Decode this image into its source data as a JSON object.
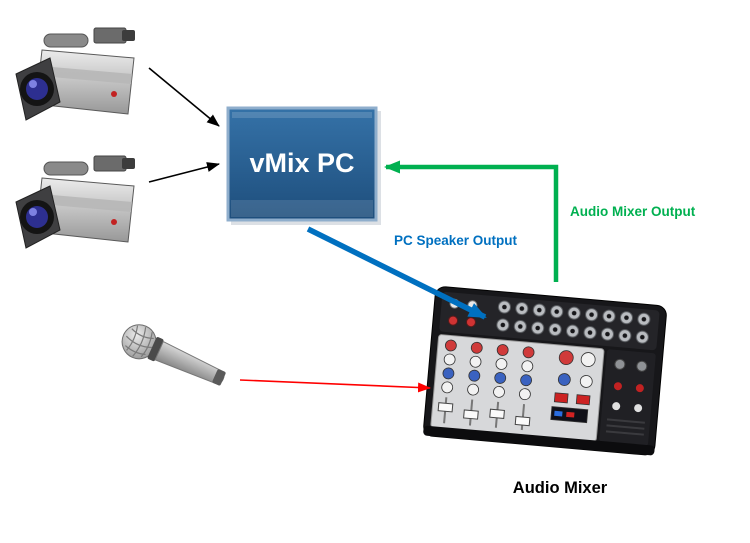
{
  "diagram": {
    "vmix_box": {
      "label": "vMix PC"
    },
    "labels": {
      "pc_speaker_output": "PC Speaker Output",
      "audio_mixer_output": "Audio Mixer Output",
      "audio_mixer_caption": "Audio Mixer"
    },
    "colors": {
      "vmix_fill_top": "#3572A8",
      "vmix_fill_bottom": "#1E4E7C",
      "vmix_border": "#8FAECC",
      "vmix_text": "#FFFFFF",
      "arrow_black": "#000000",
      "arrow_red": "#FF0000",
      "arrow_blue": "#0070C0",
      "arrow_green": "#00B050",
      "label_blue": "#0070C0",
      "label_green": "#00B050",
      "caption_color": "#000000"
    },
    "icons": {
      "camera_1": "video-camera-icon",
      "camera_2": "video-camera-icon",
      "microphone": "microphone-icon",
      "audio_mixer": "audio-mixer-icon"
    },
    "connections": [
      {
        "from": "camera-1",
        "to": "vmix-pc",
        "color": "#000000",
        "label": ""
      },
      {
        "from": "camera-2",
        "to": "vmix-pc",
        "color": "#000000",
        "label": ""
      },
      {
        "from": "vmix-pc",
        "to": "audio-mixer",
        "color": "#0070C0",
        "label": "PC Speaker Output"
      },
      {
        "from": "audio-mixer",
        "to": "vmix-pc",
        "color": "#00B050",
        "label": "Audio Mixer Output"
      },
      {
        "from": "microphone",
        "to": "audio-mixer",
        "color": "#FF0000",
        "label": ""
      }
    ]
  }
}
